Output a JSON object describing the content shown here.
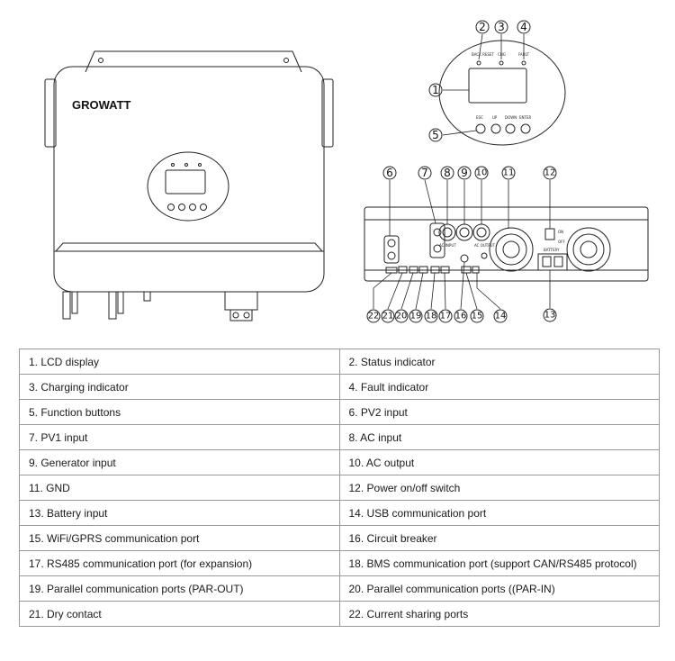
{
  "brand": {
    "logo_text": "GROWATT"
  },
  "panel_labels": {
    "status": "BACK RESET",
    "charging": "CHG",
    "fault": "FAULT",
    "buttons": [
      "ESC",
      "UP",
      "DOWN",
      "ENTER"
    ]
  },
  "bottom_labels": {
    "on": "ON",
    "off": "OFF",
    "ac_input": "AC INPUT",
    "ac_output": "AC OUTPUT",
    "battery": "BATTERY"
  },
  "callouts": [
    "1",
    "2",
    "3",
    "4",
    "5",
    "6",
    "7",
    "8",
    "9",
    "10",
    "11",
    "12",
    "13",
    "14",
    "15",
    "16",
    "17",
    "18",
    "19",
    "20",
    "21",
    "22"
  ],
  "legend": [
    [
      "1. LCD display",
      "2. Status indicator"
    ],
    [
      "3. Charging indicator",
      "4. Fault indicator"
    ],
    [
      "5. Function buttons",
      "6. PV2 input"
    ],
    [
      "7. PV1 input",
      "8. AC input"
    ],
    [
      "9. Generator input",
      "10. AC output"
    ],
    [
      "11. GND",
      "12. Power on/off switch"
    ],
    [
      "13. Battery input",
      "14. USB communication port"
    ],
    [
      "15. WiFi/GPRS communication port",
      "16. Circuit breaker"
    ],
    [
      "17. RS485 communication port (for expansion)",
      "18. BMS communication port (support CAN/RS485 protocol)"
    ],
    [
      "19. Parallel communication ports (PAR-OUT)",
      "20. Parallel communication ports ((PAR-IN)"
    ],
    [
      "21. Dry contact",
      "22. Current sharing ports"
    ]
  ]
}
